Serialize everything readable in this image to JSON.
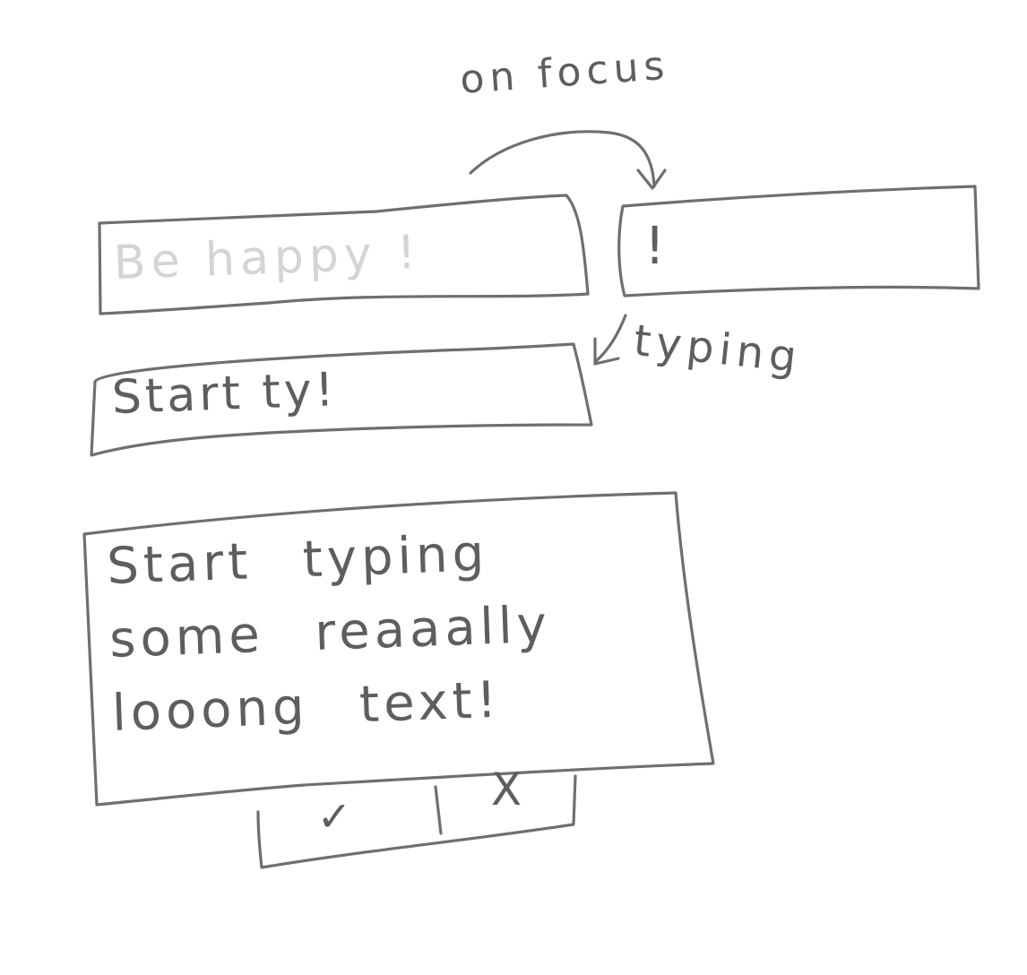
{
  "annotations": {
    "on_focus": "on focus",
    "typing": "typing"
  },
  "input_empty": {
    "placeholder": "Be happy !"
  },
  "input_focused": {
    "caret": "!"
  },
  "input_short": {
    "value": "Start ty!"
  },
  "input_expanded": {
    "value": "Start typing some reaaally looong text!",
    "confirm_glyph": "✓",
    "cancel_glyph": "X"
  }
}
